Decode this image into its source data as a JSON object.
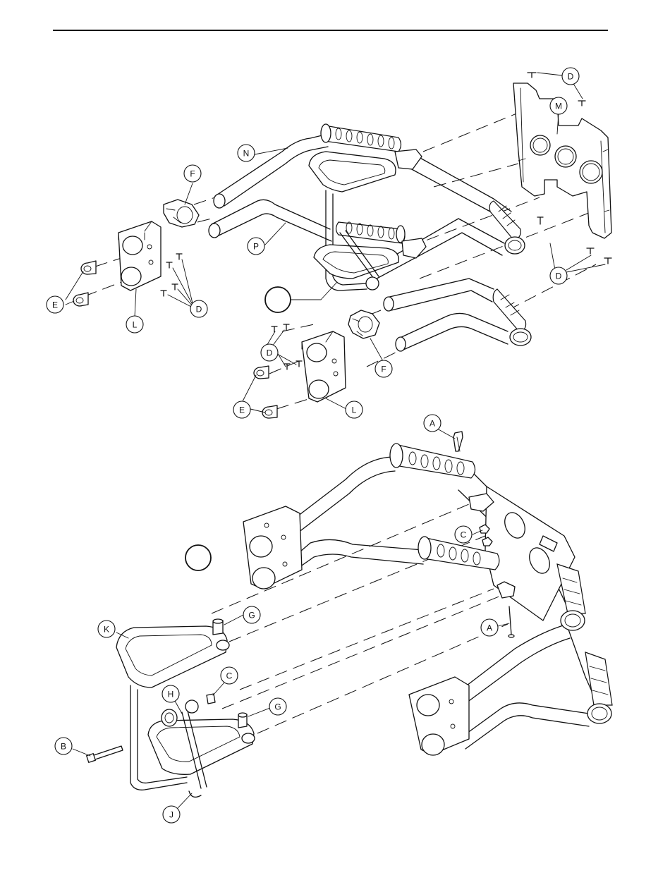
{
  "callouts": {
    "top": [
      {
        "id": "D1",
        "label": "D"
      },
      {
        "id": "M",
        "label": "M"
      },
      {
        "id": "N",
        "label": "N"
      },
      {
        "id": "F1",
        "label": "F"
      },
      {
        "id": "P",
        "label": "P"
      },
      {
        "id": "E1",
        "label": "E"
      },
      {
        "id": "L1",
        "label": "L"
      },
      {
        "id": "D2",
        "label": "D"
      },
      {
        "id": "D3",
        "label": "D"
      },
      {
        "id": "D4",
        "label": "D"
      },
      {
        "id": "F2",
        "label": "F"
      },
      {
        "id": "E2",
        "label": "E"
      },
      {
        "id": "L2",
        "label": "L"
      }
    ],
    "bottom": [
      {
        "id": "A1",
        "label": "A"
      },
      {
        "id": "C1",
        "label": "C"
      },
      {
        "id": "A2",
        "label": "A"
      },
      {
        "id": "G1",
        "label": "G"
      },
      {
        "id": "K",
        "label": "K"
      },
      {
        "id": "C2",
        "label": "C"
      },
      {
        "id": "H",
        "label": "H"
      },
      {
        "id": "G2",
        "label": "G"
      },
      {
        "id": "B",
        "label": "B"
      },
      {
        "id": "J",
        "label": "J"
      }
    ]
  },
  "detail_markers": [
    {
      "id": "top-marker",
      "label": ""
    },
    {
      "id": "bottom-marker",
      "label": ""
    }
  ]
}
